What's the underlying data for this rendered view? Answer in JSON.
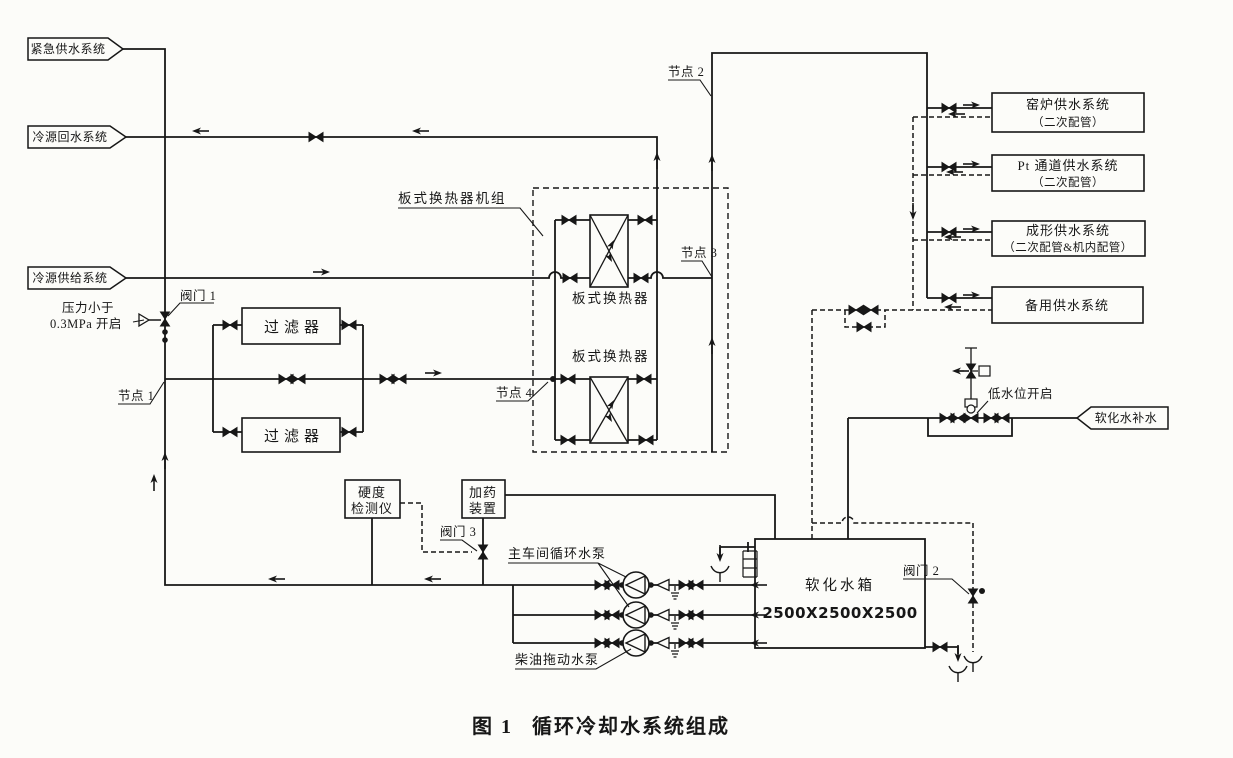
{
  "caption": {
    "fig": "图 1",
    "title": "循环冷却水系统组成"
  },
  "tags": {
    "emergency": "紧急供水系统",
    "cold_return": "冷源回水系统",
    "cold_supply": "冷源供给系统",
    "soft_water_makeup": "软化水补水"
  },
  "nodes": {
    "n1": "节点 1",
    "n2": "节点 2",
    "n3": "节点 3",
    "n4": "节点 4"
  },
  "valves": {
    "v1": "阀门 1",
    "v2": "阀门 2",
    "v3": "阀门 3"
  },
  "notes": {
    "pressure1": "压力小于",
    "pressure2": "0.3MPa 开启",
    "low_level": "低水位开启"
  },
  "hx": {
    "unit": "板式换热器机组",
    "upper": "板式换热器",
    "lower": "板式换热器"
  },
  "filters": {
    "f1": "过滤器",
    "f2": "过滤器"
  },
  "devices": {
    "hardness1": "硬度",
    "hardness2": "检测仪",
    "dosing1": "加药",
    "dosing2": "装置"
  },
  "tank": {
    "name": "软化水箱",
    "size": "2500X2500X2500"
  },
  "pumps": {
    "main": "主车间循环水泵",
    "diesel": "柴油拖动水泵"
  },
  "supply_systems": [
    {
      "line1": "窑炉供水系统",
      "line2": "（二次配管）"
    },
    {
      "line1": "Pt 通道供水系统",
      "line2": "（二次配管）"
    },
    {
      "line1": "成形供水系统",
      "line2": "（二次配管&机内配管）"
    },
    {
      "line1": "备用供水系统"
    }
  ]
}
